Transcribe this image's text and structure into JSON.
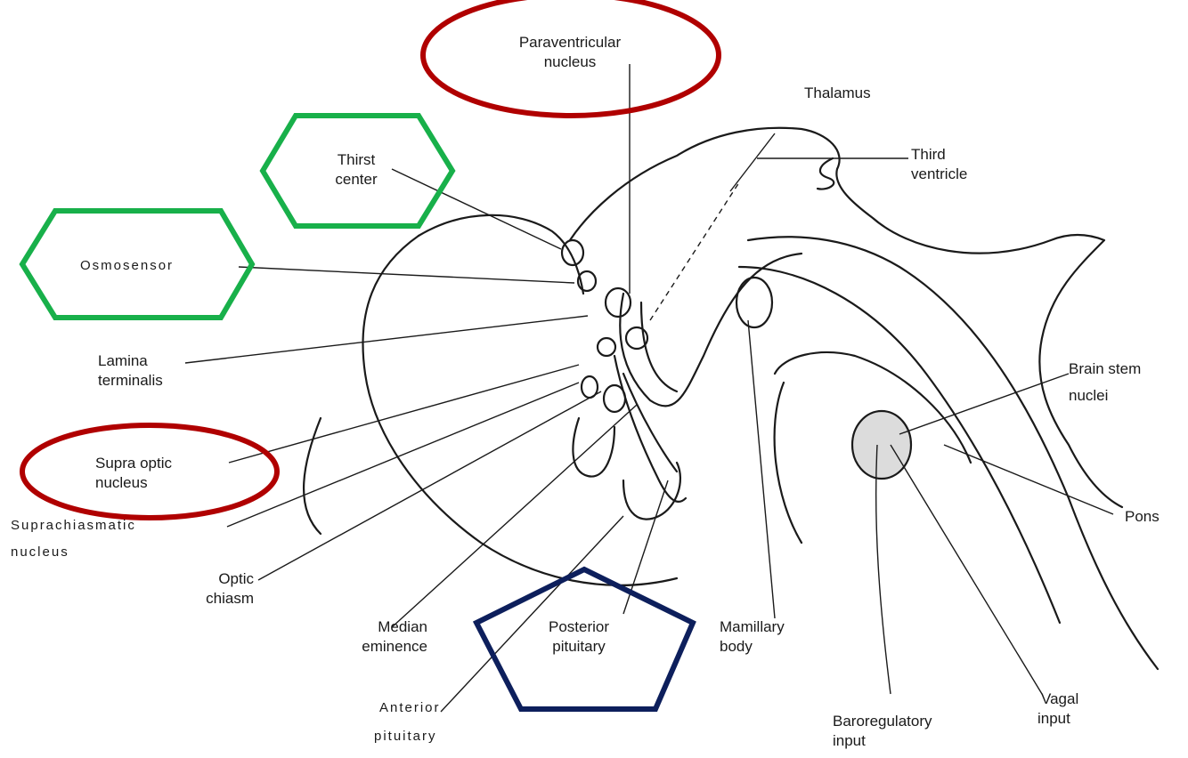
{
  "labels": {
    "paraventricular": [
      "Paraventricular",
      "nucleus"
    ],
    "thalamus": "Thalamus",
    "third_ventricle": [
      "Third",
      "ventricle"
    ],
    "thirst_center": [
      "Thirst",
      "center"
    ],
    "osmosensor": "Osmosensor",
    "lamina_terminalis": [
      "Lamina",
      "terminalis"
    ],
    "supra_optic": [
      "Supra optic",
      "nucleus"
    ],
    "suprachiasmatic": [
      "Suprachiasmatic",
      "nucleus"
    ],
    "optic_chiasm": [
      "Optic",
      "chiasm"
    ],
    "median_eminence": [
      "Median",
      "eminence"
    ],
    "posterior_pituitary": [
      "Posterior",
      "pituitary"
    ],
    "anterior_pituitary": [
      "Anterior",
      "pituitary"
    ],
    "mamillary_body": [
      "Mamillary",
      "body"
    ],
    "brain_stem_nuclei": [
      "Brain stem",
      "nuclei"
    ],
    "pons": "Pons",
    "vagal_input": [
      "Vagal",
      "input"
    ],
    "baroregulatory_input": [
      "Baroregulatory",
      "input"
    ]
  },
  "highlight_colors": {
    "red_ellipse": "#b00000",
    "green_hexagon": "#18b04a",
    "navy_pentagon": "#0d1f5c"
  }
}
